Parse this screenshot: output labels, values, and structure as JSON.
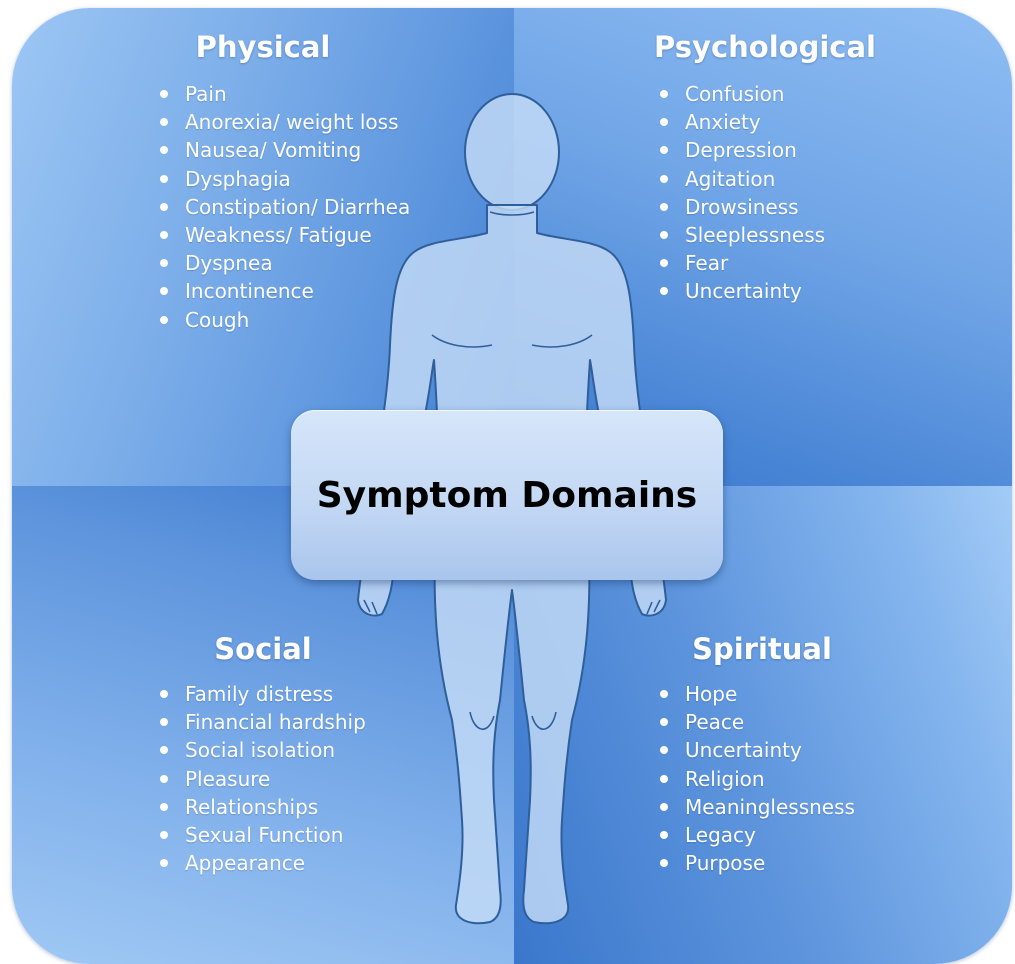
{
  "center": {
    "label": "Symptom Domains"
  },
  "domains": {
    "physical": {
      "title": "Physical",
      "items": [
        "Pain",
        "Anorexia/ weight loss",
        "Nausea/ Vomiting",
        "Dysphagia",
        "Constipation/ Diarrhea",
        "Weakness/ Fatigue",
        "Dyspnea",
        "Incontinence",
        "Cough"
      ]
    },
    "psychological": {
      "title": "Psychological",
      "items": [
        "Confusion",
        "Anxiety",
        "Depression",
        "Agitation",
        "Drowsiness",
        "Sleeplessness",
        "Fear",
        "Uncertainty"
      ]
    },
    "social": {
      "title": "Social",
      "items": [
        "Family distress",
        "Financial hardship",
        "Social isolation",
        "Pleasure",
        "Relationships",
        "Sexual Function",
        "Appearance"
      ]
    },
    "spiritual": {
      "title": "Spiritual",
      "items": [
        "Hope",
        "Peace",
        "Uncertainty",
        "Religion",
        "Meaninglessness",
        "Legacy",
        "Purpose"
      ]
    }
  },
  "colors": {
    "text": "#ffffff",
    "center_text": "#000000",
    "figure_fill": "#c5dcf6",
    "figure_stroke": "#2f5f9a",
    "quadrant_dark": "#3b78cc",
    "quadrant_light": "#a3cbf6"
  }
}
